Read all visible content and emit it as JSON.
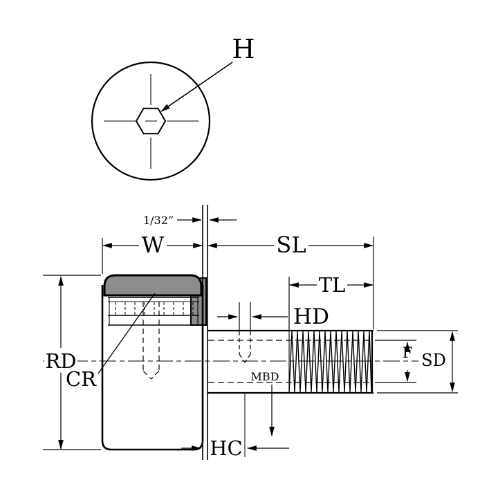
{
  "diagram": {
    "type": "engineering-dimension-drawing",
    "subject": "stud-type cam follower bearing, front view and side section view"
  },
  "labels": {
    "h": "H",
    "gap": "1/32”",
    "w": "W",
    "sl": "SL",
    "tl": "TL",
    "hd": "HD",
    "rd": "RD",
    "cr": "CR",
    "f": "F",
    "sd": "SD",
    "mbd": "MBD",
    "hc": "HC"
  },
  "colors": {
    "line": "#000000",
    "cap_fill": "#8c8c8c",
    "background": "#ffffff"
  }
}
